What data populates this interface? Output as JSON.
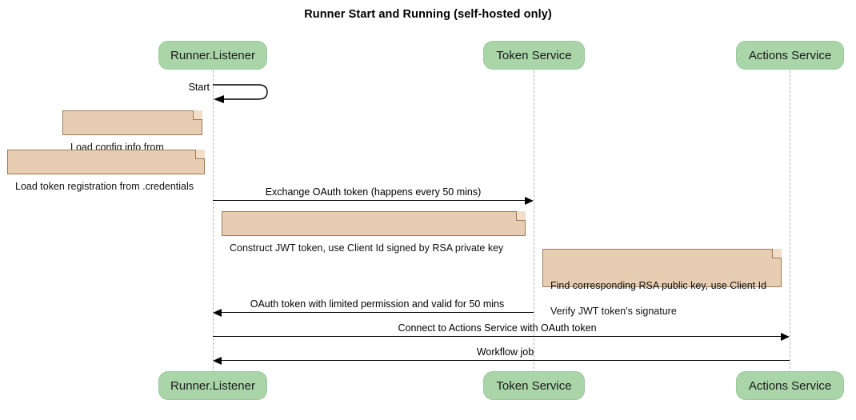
{
  "diagram": {
    "type": "sequence-diagram",
    "title": "Runner Start and Running (self-hosted only)",
    "colors": {
      "participant_fill": "#a9d5a9",
      "participant_border": "#9bc79b",
      "note_fill": "#e7cdb2",
      "note_border": "#9c7b55",
      "lifeline": "#b4b4b4",
      "arrow": "#000000",
      "background": "#ffffff"
    }
  },
  "participants": [
    {
      "id": "runner",
      "label": "Runner.Listener"
    },
    {
      "id": "token",
      "label": "Token Service"
    },
    {
      "id": "actions",
      "label": "Actions Service"
    }
  ],
  "participants_bottom": [
    {
      "id": "runner",
      "label": "Runner.Listener"
    },
    {
      "id": "token",
      "label": "Token Service"
    },
    {
      "id": "actions",
      "label": "Actions Service"
    }
  ],
  "self_messages": [
    {
      "id": "start",
      "label": "Start",
      "from": "runner",
      "to": "runner"
    }
  ],
  "notes": [
    {
      "id": "note-load-config",
      "text": "Load config info from .runner"
    },
    {
      "id": "note-load-token",
      "text": "Load token registration from .credentials"
    },
    {
      "id": "note-construct-jwt",
      "text": "Construct JWT token, use Client Id signed by RSA private key"
    },
    {
      "id": "note-verify-jwt",
      "line1": "Find corresponding RSA public key, use Client Id",
      "line2": "Verify JWT token's signature"
    }
  ],
  "messages": [
    {
      "id": "msg-exchange",
      "label": "Exchange OAuth token (happens every 50 mins)",
      "from": "runner",
      "to": "token",
      "direction": "right"
    },
    {
      "id": "msg-oauth",
      "label": "OAuth token with limited permission and valid for 50 mins",
      "from": "token",
      "to": "runner",
      "direction": "left"
    },
    {
      "id": "msg-connect",
      "label": "Connect to Actions Service with OAuth token",
      "from": "runner",
      "to": "actions",
      "direction": "right"
    },
    {
      "id": "msg-workflow",
      "label": "Workflow job",
      "from": "actions",
      "to": "runner",
      "direction": "left"
    }
  ]
}
